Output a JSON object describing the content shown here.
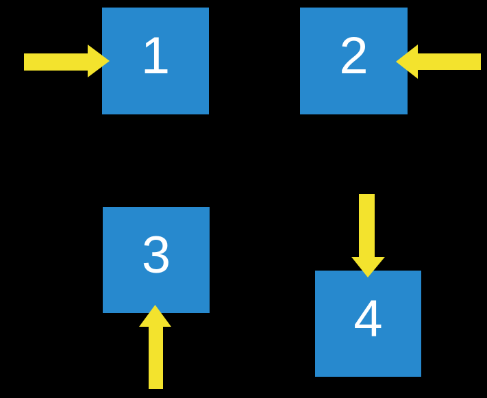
{
  "title": "Four numbered boxes with directional arrows",
  "colors": {
    "background": "#000000",
    "box_fill": "#2789CE",
    "arrow_fill": "#F3E32D",
    "label_color": "#FFFFFF"
  },
  "boxes": [
    {
      "label": "1",
      "arrow_icon": "right-arrow-icon",
      "arrow_points": "right",
      "arrow_enters": "left-side"
    },
    {
      "label": "2",
      "arrow_icon": "left-arrow-icon",
      "arrow_points": "left",
      "arrow_enters": "right-side"
    },
    {
      "label": "3",
      "arrow_icon": "up-arrow-icon",
      "arrow_points": "up",
      "arrow_enters": "bottom-side"
    },
    {
      "label": "4",
      "arrow_icon": "down-arrow-icon",
      "arrow_points": "down",
      "arrow_enters": "top-side"
    }
  ]
}
